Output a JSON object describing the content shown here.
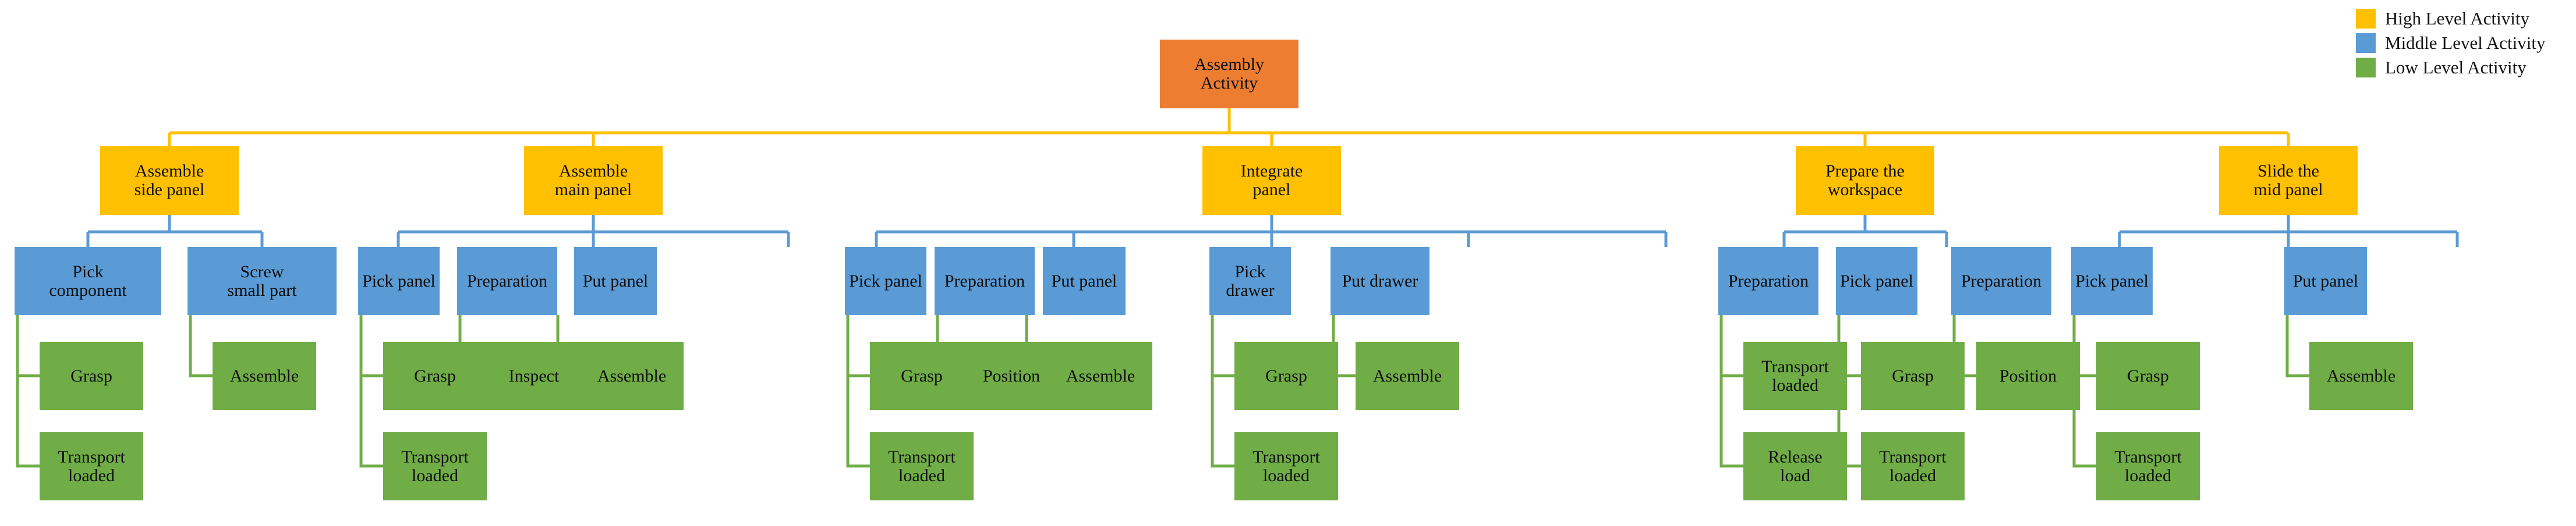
{
  "diagram": {
    "title": "Assembly Activity Hierarchy",
    "colors": {
      "root": "#ed7d31",
      "high": "#ffc000",
      "middle": "#5b9bd5",
      "low": "#70ad47",
      "link_high": "#ffc000",
      "link_middle": "#5b9bd5",
      "link_low": "#70ad47"
    },
    "root": {
      "label": "Assembly\nActivity",
      "label_lines": [
        "Assembly",
        "Activity"
      ]
    }
  },
  "legend": {
    "items": [
      {
        "label": "High Level Activity",
        "color": "#ffc000"
      },
      {
        "label": "Middle Level Activity",
        "color": "#5b9bd5"
      },
      {
        "label": "Low Level Activity",
        "color": "#70ad47"
      }
    ]
  },
  "nodes": {
    "root": [
      "Assembly",
      "Activity"
    ],
    "high": [
      [
        "Assemble",
        "side panel"
      ],
      [
        "Assemble",
        "main panel"
      ],
      [
        "Integrate",
        "panel"
      ],
      [
        "Prepare the",
        "workspace"
      ],
      [
        "Slide the",
        "mid panel"
      ]
    ],
    "middle": [
      [
        "Pick",
        "component"
      ],
      [
        "Screw",
        "small part"
      ],
      [
        "Pick panel"
      ],
      [
        "Preparation"
      ],
      [
        "Put panel"
      ],
      [
        "Pick panel"
      ],
      [
        "Preparation"
      ],
      [
        "Put panel"
      ],
      [
        "Pick",
        "drawer"
      ],
      [
        "Put drawer"
      ],
      [
        "Preparation"
      ],
      [
        "Pick panel"
      ],
      [
        "Preparation"
      ],
      [
        "Pick panel"
      ],
      [
        "Put panel"
      ]
    ],
    "low": [
      [
        "Grasp"
      ],
      [
        "Transport",
        "loaded"
      ],
      [
        "Assemble"
      ],
      [
        "Grasp"
      ],
      [
        "Transport",
        "loaded"
      ],
      [
        "Inspect"
      ],
      [
        "Assemble"
      ],
      [
        "Grasp"
      ],
      [
        "Transport",
        "loaded"
      ],
      [
        "Position"
      ],
      [
        "Assemble"
      ],
      [
        "Grasp"
      ],
      [
        "Transport",
        "loaded"
      ],
      [
        "Assemble"
      ],
      [
        "Transport",
        "loaded"
      ],
      [
        "Release",
        "load"
      ],
      [
        "Grasp"
      ],
      [
        "Transport",
        "loaded"
      ],
      [
        "Position"
      ],
      [
        "Grasp"
      ],
      [
        "Transport",
        "loaded"
      ],
      [
        "Assemble"
      ]
    ]
  },
  "tree": {
    "root": "Assembly Activity",
    "children": [
      {
        "label": "Assemble side panel",
        "level": "high",
        "children": [
          {
            "label": "Pick component",
            "level": "middle",
            "children": [
              {
                "label": "Grasp",
                "level": "low"
              },
              {
                "label": "Transport loaded",
                "level": "low"
              }
            ]
          },
          {
            "label": "Screw small part",
            "level": "middle",
            "children": [
              {
                "label": "Assemble",
                "level": "low"
              }
            ]
          }
        ]
      },
      {
        "label": "Assemble main panel",
        "level": "high",
        "children": [
          {
            "label": "Pick panel",
            "level": "middle",
            "children": [
              {
                "label": "Grasp",
                "level": "low"
              },
              {
                "label": "Transport loaded",
                "level": "low"
              }
            ]
          },
          {
            "label": "Preparation",
            "level": "middle",
            "children": [
              {
                "label": "Inspect",
                "level": "low"
              }
            ]
          },
          {
            "label": "Put panel",
            "level": "middle",
            "children": [
              {
                "label": "Assemble",
                "level": "low"
              }
            ]
          }
        ]
      },
      {
        "label": "Integrate panel",
        "level": "high",
        "children": [
          {
            "label": "Pick panel",
            "level": "middle",
            "children": [
              {
                "label": "Grasp",
                "level": "low"
              },
              {
                "label": "Transport loaded",
                "level": "low"
              }
            ]
          },
          {
            "label": "Preparation",
            "level": "middle",
            "children": [
              {
                "label": "Position",
                "level": "low"
              }
            ]
          },
          {
            "label": "Put panel",
            "level": "middle",
            "children": [
              {
                "label": "Assemble",
                "level": "low"
              }
            ]
          },
          {
            "label": "Pick drawer",
            "level": "middle",
            "children": [
              {
                "label": "Grasp",
                "level": "low"
              },
              {
                "label": "Transport loaded",
                "level": "low"
              }
            ]
          },
          {
            "label": "Put drawer",
            "level": "middle",
            "children": [
              {
                "label": "Assemble",
                "level": "low"
              }
            ]
          }
        ]
      },
      {
        "label": "Prepare the workspace",
        "level": "high",
        "children": [
          {
            "label": "Preparation",
            "level": "middle",
            "children": [
              {
                "label": "Transport loaded",
                "level": "low"
              },
              {
                "label": "Release load",
                "level": "low"
              }
            ]
          },
          {
            "label": "Pick panel",
            "level": "middle",
            "children": [
              {
                "label": "Grasp",
                "level": "low"
              },
              {
                "label": "Transport loaded",
                "level": "low"
              }
            ]
          }
        ]
      },
      {
        "label": "Slide the mid panel",
        "level": "high",
        "children": [
          {
            "label": "Preparation",
            "level": "middle",
            "children": [
              {
                "label": "Position",
                "level": "low"
              }
            ]
          },
          {
            "label": "Pick panel",
            "level": "middle",
            "children": [
              {
                "label": "Grasp",
                "level": "low"
              },
              {
                "label": "Transport loaded",
                "level": "low"
              }
            ]
          },
          {
            "label": "Put panel",
            "level": "middle",
            "children": [
              {
                "label": "Assemble",
                "level": "low"
              }
            ]
          }
        ]
      }
    ]
  }
}
